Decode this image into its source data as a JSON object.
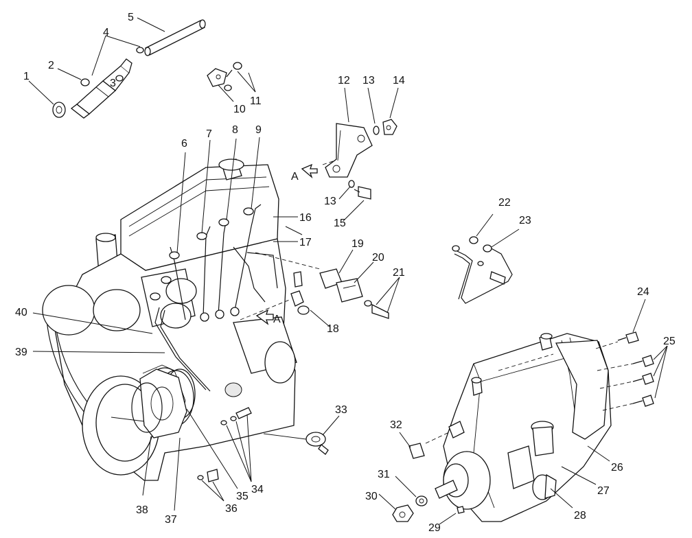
{
  "callouts": {
    "c1": "1",
    "c2": "2",
    "c3": "3",
    "c4": "4",
    "c5": "5",
    "c6": "6",
    "c7": "7",
    "c8": "8",
    "c9": "9",
    "c10": "10",
    "c11": "11",
    "c12": "12",
    "c13a": "13",
    "c13b": "13",
    "c14": "14",
    "c15": "15",
    "c16": "16",
    "c17": "17",
    "c18": "18",
    "c19": "19",
    "c20": "20",
    "c21": "21",
    "c22": "22",
    "c23": "23",
    "c24": "24",
    "c25": "25",
    "c26": "26",
    "c27": "27",
    "c28": "28",
    "c29": "29",
    "c30": "30",
    "c31": "31",
    "c32": "32",
    "c33": "33",
    "c34": "34",
    "c35": "35",
    "c36": "36",
    "c37": "37",
    "c38": "38",
    "c39": "39",
    "c40": "40"
  },
  "view_markers": {
    "arrow_a_top": "A",
    "arrow_a_mid": "A"
  }
}
